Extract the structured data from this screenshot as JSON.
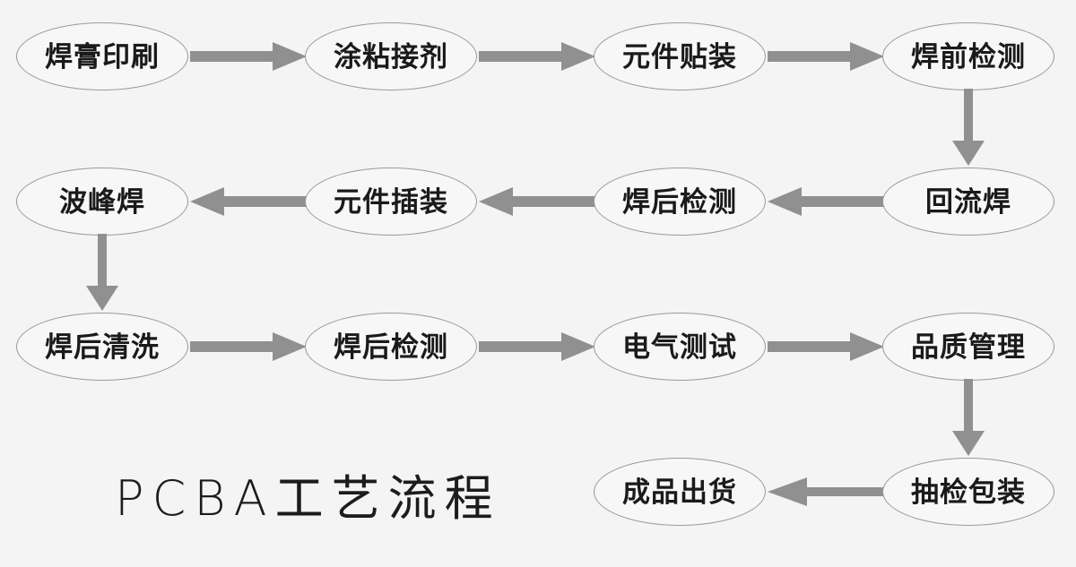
{
  "diagram": {
    "title": "PCBA工艺流程",
    "background_color": "#f4f4f4",
    "node_fill_color": "#f7f7f7",
    "node_border_color": "#9a9a9a",
    "arrow_color": "#909090",
    "text_color": "#1a1a1a",
    "type": "flowchart",
    "nodes": [
      {
        "id": "n1",
        "label": "焊膏印刷",
        "row": 1,
        "col": 1
      },
      {
        "id": "n2",
        "label": "涂粘接剂",
        "row": 1,
        "col": 2
      },
      {
        "id": "n3",
        "label": "元件贴装",
        "row": 1,
        "col": 3
      },
      {
        "id": "n4",
        "label": "焊前检测",
        "row": 1,
        "col": 4
      },
      {
        "id": "n5",
        "label": "回流焊",
        "row": 2,
        "col": 4
      },
      {
        "id": "n6",
        "label": "焊后检测",
        "row": 2,
        "col": 3
      },
      {
        "id": "n7",
        "label": "元件插装",
        "row": 2,
        "col": 2
      },
      {
        "id": "n8",
        "label": "波峰焊",
        "row": 2,
        "col": 1
      },
      {
        "id": "n9",
        "label": "焊后清洗",
        "row": 3,
        "col": 1
      },
      {
        "id": "n10",
        "label": "焊后检测",
        "row": 3,
        "col": 2
      },
      {
        "id": "n11",
        "label": "电气测试",
        "row": 3,
        "col": 3
      },
      {
        "id": "n12",
        "label": "品质管理",
        "row": 3,
        "col": 4
      },
      {
        "id": "n13",
        "label": "抽检包装",
        "row": 4,
        "col": 4
      },
      {
        "id": "n14",
        "label": "成品出货",
        "row": 4,
        "col": 3
      }
    ],
    "edges": [
      {
        "from": "n1",
        "to": "n2",
        "direction": "right"
      },
      {
        "from": "n2",
        "to": "n3",
        "direction": "right"
      },
      {
        "from": "n3",
        "to": "n4",
        "direction": "right"
      },
      {
        "from": "n4",
        "to": "n5",
        "direction": "down"
      },
      {
        "from": "n5",
        "to": "n6",
        "direction": "left"
      },
      {
        "from": "n6",
        "to": "n7",
        "direction": "left"
      },
      {
        "from": "n7",
        "to": "n8",
        "direction": "left"
      },
      {
        "from": "n8",
        "to": "n9",
        "direction": "down"
      },
      {
        "from": "n9",
        "to": "n10",
        "direction": "right"
      },
      {
        "from": "n10",
        "to": "n11",
        "direction": "right"
      },
      {
        "from": "n11",
        "to": "n12",
        "direction": "right"
      },
      {
        "from": "n12",
        "to": "n13",
        "direction": "down"
      },
      {
        "from": "n13",
        "to": "n14",
        "direction": "left"
      }
    ]
  }
}
